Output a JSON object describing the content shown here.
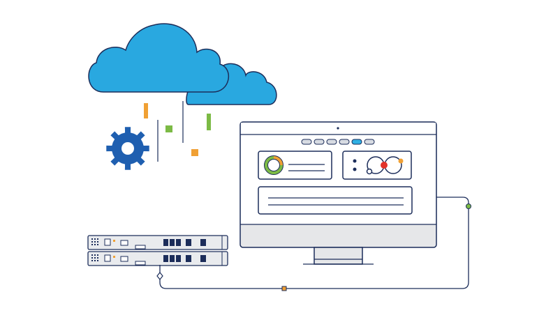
{
  "colors": {
    "background": "#ffffff",
    "outline": "#1c2d5a",
    "cloud_fill": "#29a8e0",
    "gear_fill": "#1f5fb0",
    "accent_orange": "#f0a034",
    "accent_green": "#7cba45",
    "accent_red": "#e2332a",
    "accent_blue": "#2fb0e3",
    "monitor_gray": "#e6e7e9",
    "pill_gray": "#d7dbe2",
    "server_gray": "#e9ebee"
  },
  "icons": {
    "cloud": "cloud-icon",
    "gear": "gear-icon",
    "monitor": "monitor-icon",
    "server": "server-rack-icon",
    "donut": "donut-chart-icon",
    "venn": "network-graph-icon"
  },
  "monitor": {
    "tab_count": 6,
    "active_tab_index": 4,
    "donut_progress": 0.75
  }
}
